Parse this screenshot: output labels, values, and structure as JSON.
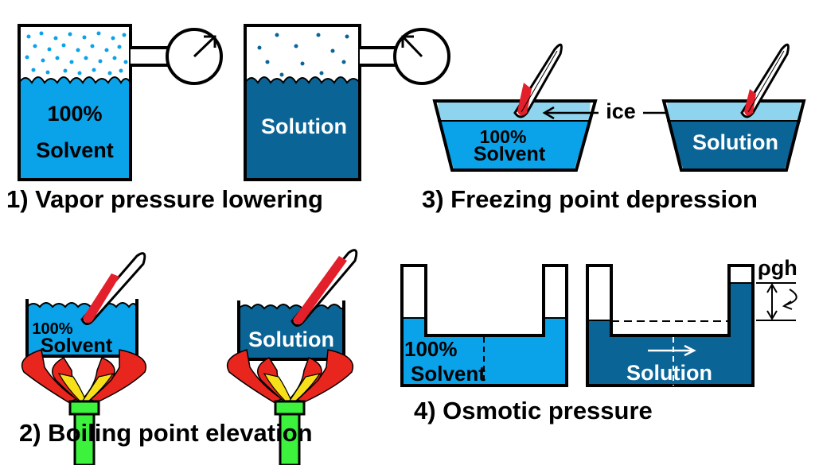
{
  "panels": {
    "vapor": {
      "caption": "1) Vapor pressure lowering",
      "left_label_line1": "100%",
      "left_label_line2": "Solvent",
      "right_label": "Solution"
    },
    "boiling": {
      "caption": "2) Boiling point elevation",
      "left_label_line1": "100%",
      "left_label_line2": "Solvent",
      "right_label": "Solution"
    },
    "freezing": {
      "caption": "3) Freezing point depression",
      "left_label_line1": "100%",
      "left_label_line2": "Solvent",
      "right_label": "Solution",
      "ice_label": "ice"
    },
    "osmotic": {
      "caption": "4) Osmotic pressure",
      "left_label_line1": "100%",
      "left_label_line2": "Solvent",
      "right_label": "Solution",
      "pressure_label": "ρgh"
    }
  },
  "colors": {
    "solvent": "#0aa2e8",
    "solution": "#0b6496",
    "ice": "#8fd4ee",
    "thermometer": "#e21f2a",
    "flame_red": "#e8261e",
    "flame_yellow": "#f7e01a",
    "burner": "#3df23d"
  }
}
